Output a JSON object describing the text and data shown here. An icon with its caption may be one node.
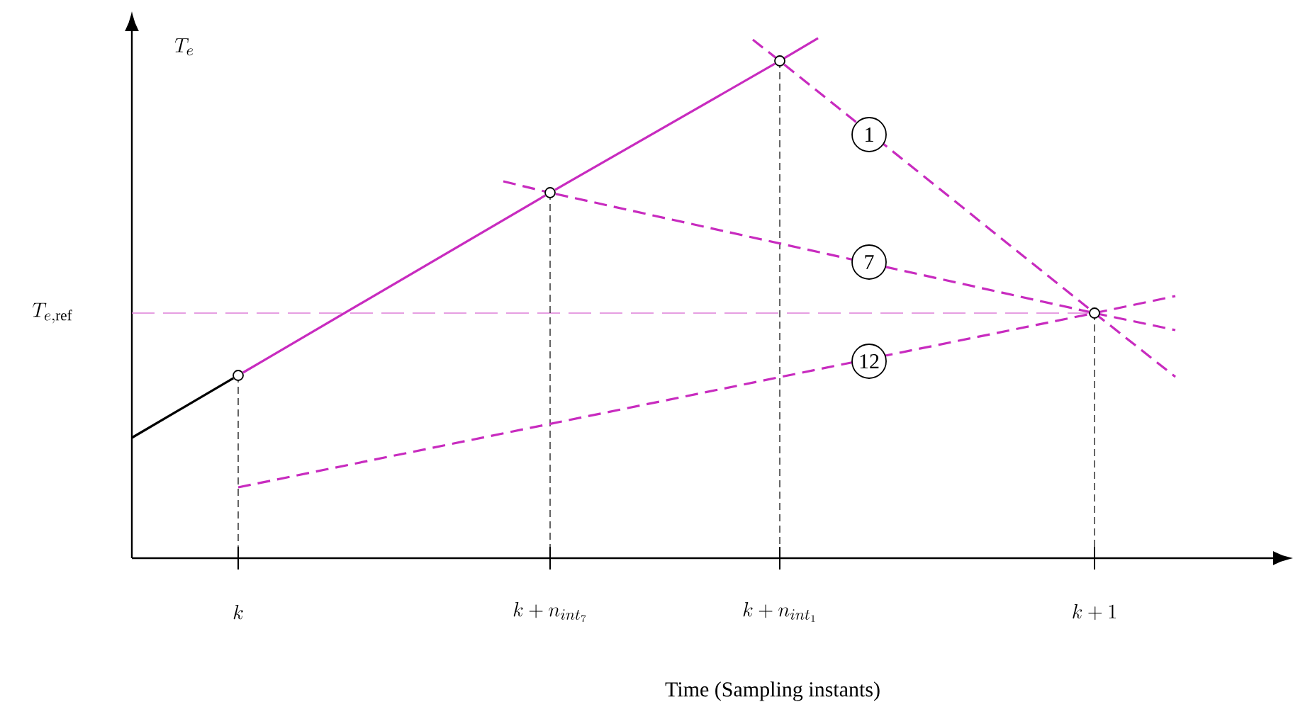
{
  "diagram": {
    "nodes": [
      {
        "text": [],
        "shape": "circle"
      },
      {
        "text": [],
        "shape": "circle"
      },
      {
        "text": [],
        "shape": "circle"
      },
      {
        "text": [],
        "shape": "circle"
      }
    ],
    "edges": [
      {
        "from": null,
        "to": 0,
        "arrow": "none",
        "color": "#000000"
      },
      {
        "from": 0,
        "to": 1,
        "arrow": "none"
      },
      {
        "from": 1,
        "to": 2,
        "arrow": "none"
      },
      {
        "from": 2,
        "to": 3,
        "arrow": "none",
        "style": "dashed",
        "label": "1"
      },
      {
        "from": 1,
        "to": 3,
        "arrow": "none",
        "style": "dashed",
        "label": "7"
      },
      {
        "from": null,
        "to": 3,
        "arrow": "none",
        "style": "dashed",
        "label": "12"
      }
    ],
    "labels": [
      "T_e",
      "T_{e,\\mathrm{ref}}",
      "k",
      "k+n_{int_7}",
      "k+n_{int_1}",
      "k+1",
      "Time (Sampling instants)"
    ]
  }
}
